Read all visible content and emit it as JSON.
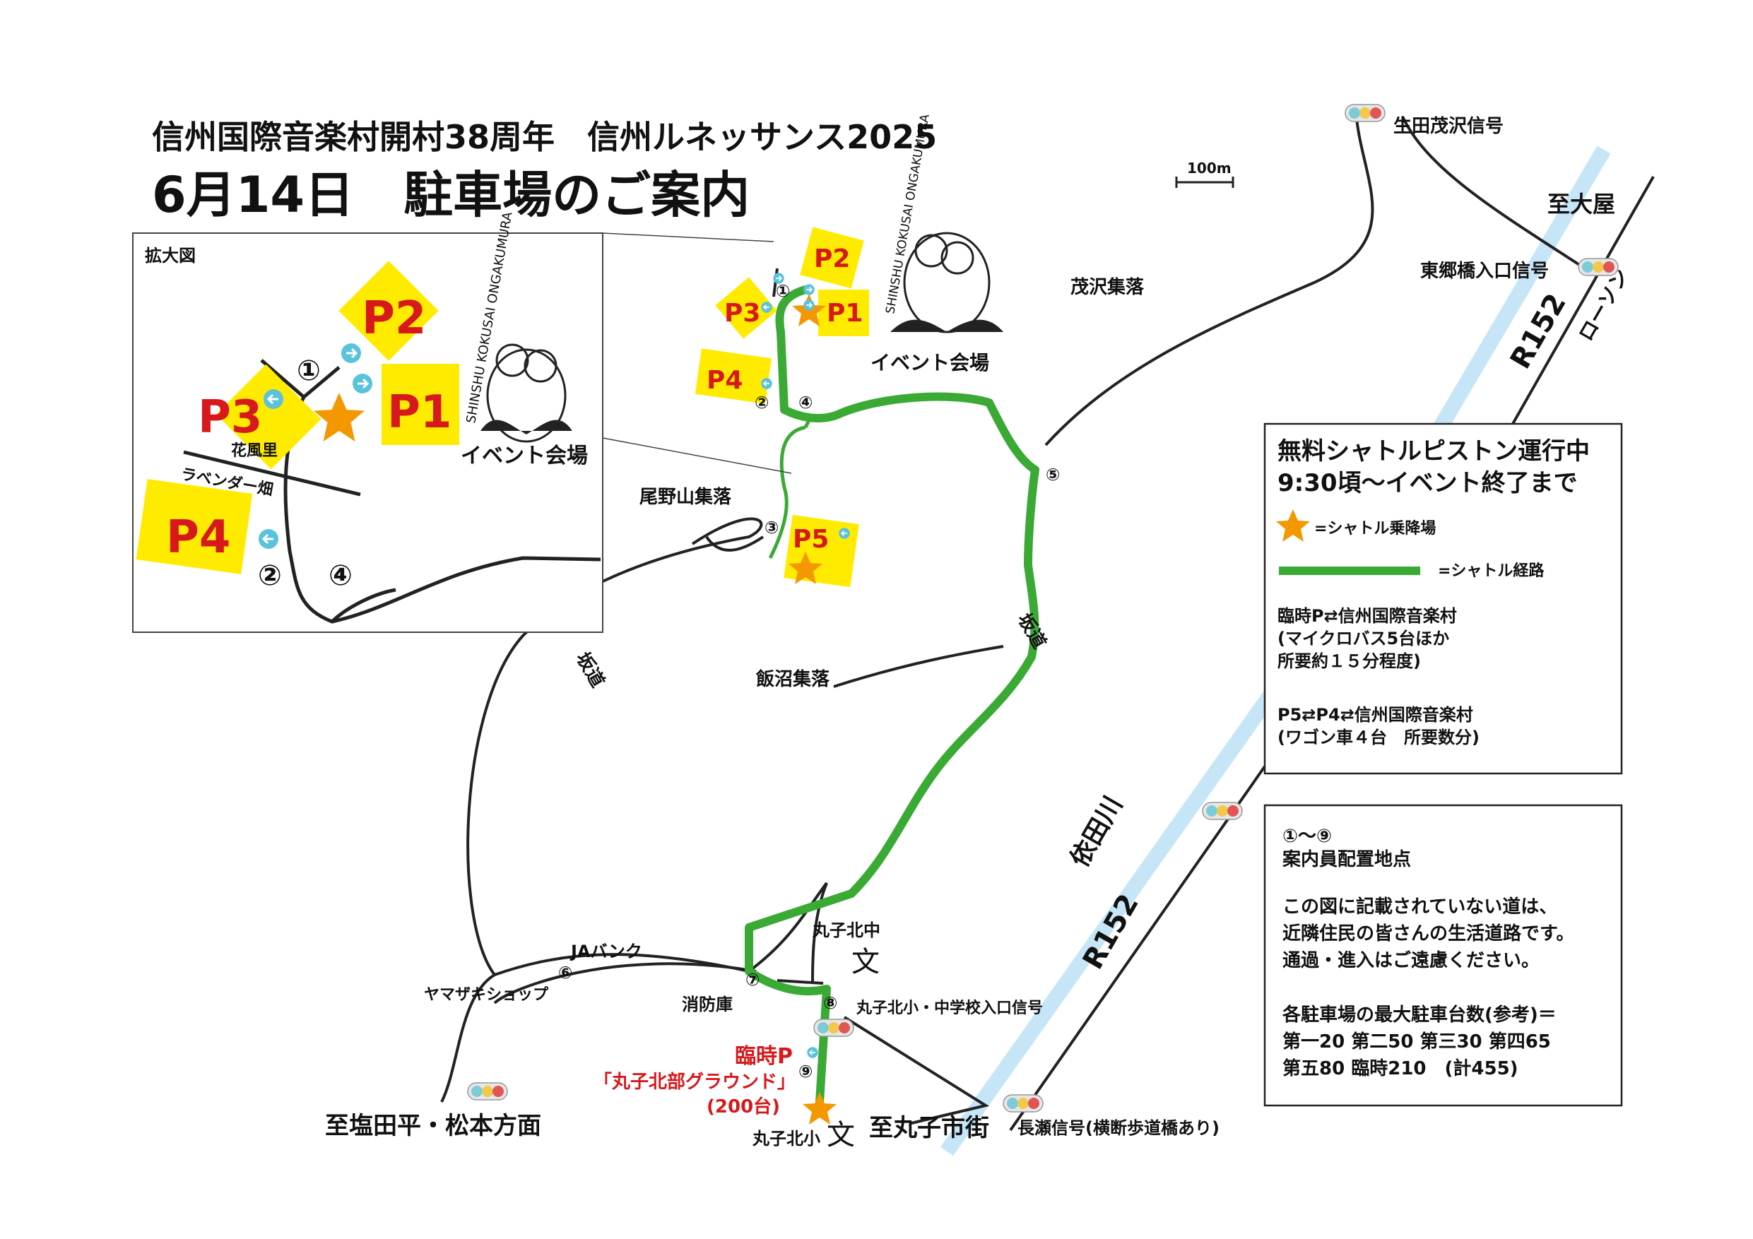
{
  "title_line1": "信州国際音楽村開村38周年　信州ルネッサンス2025",
  "title_line2": "6月14日　駐車場のご案内",
  "inset": {
    "label": "拡大図",
    "venue": "イベント会場",
    "flower_label_1": "花風里",
    "flower_label_2": "ラベンダー畑"
  },
  "logo_text": "SHINSHU KOKUSAI ONGAKUMURA",
  "scale": "100m",
  "parking": {
    "p1": "P1",
    "p2": "P2",
    "p3": "P3",
    "p4": "P4",
    "p5": "P5"
  },
  "venue_label": "イベント会場",
  "places": {
    "ikutamozawa_signal": "生田茂沢信号",
    "to_oya": "至大屋",
    "togobashi_signal": "東郷橋入口信号",
    "lawson": "ローソン",
    "r152_upper": "R152",
    "r152_lower": "R152",
    "mozawa": "茂沢集落",
    "onoyama": "尾野山集落",
    "iinuma": "飯沼集落",
    "slope_left": "坂道",
    "slope_right": "坂道",
    "river": "依田川",
    "ja_bank": "JAバンク",
    "yamazaki": "ヤマザキショップ",
    "fire_station": "消防庫",
    "maruko_kita_jhs": "丸子北中",
    "school_signal": "丸子北小・中学校入口信号",
    "temp_p": "臨時P",
    "ground": "「丸子北部グラウンド」",
    "capacity": "(200台)",
    "maruko_kita_es": "丸子北小",
    "to_maruko": "至丸子市街",
    "nagase_signal": "長瀬信号(横断歩道橋あり)",
    "to_shiodadaira": "至塩田平・松本方面"
  },
  "checkpoints": [
    "①",
    "②",
    "③",
    "④",
    "⑤",
    "⑥",
    "⑦",
    "⑧",
    "⑨"
  ],
  "legend1": {
    "title1": "無料シャトルピストン運行中",
    "title2": "9:30頃〜イベント終了まで",
    "star_label": "=シャトル乗降場",
    "route_label": "=シャトル経路",
    "line1": "臨時P⇄信州国際音楽村",
    "line2": "(マイクロバス5台ほか",
    "line3": "所要約１５分程度)",
    "line4": "P5⇄P4⇄信州国際音楽村",
    "line5": "(ワゴン車４台　所要数分)"
  },
  "legend2": {
    "line1": "①〜⑨",
    "line2": "案内員配置地点",
    "line3": "この図に記載されていない道は、",
    "line4": "近隣住民の皆さんの生活道路です。",
    "line5": "通過・進入はご遠慮ください。",
    "line6": "各駐車場の最大駐車台数(参考)＝",
    "line7": "第一20 第二50 第三30 第四65",
    "line8": "第五80 臨時210　(計455)"
  },
  "colors": {
    "route": "#3aaa35",
    "parking": "#ffeb00",
    "parking_text": "#d7191c",
    "star": "#f39800",
    "river": "#c6e6f7",
    "arrow_circle": "#5bc2dc",
    "temp_text": "#d7191c"
  }
}
